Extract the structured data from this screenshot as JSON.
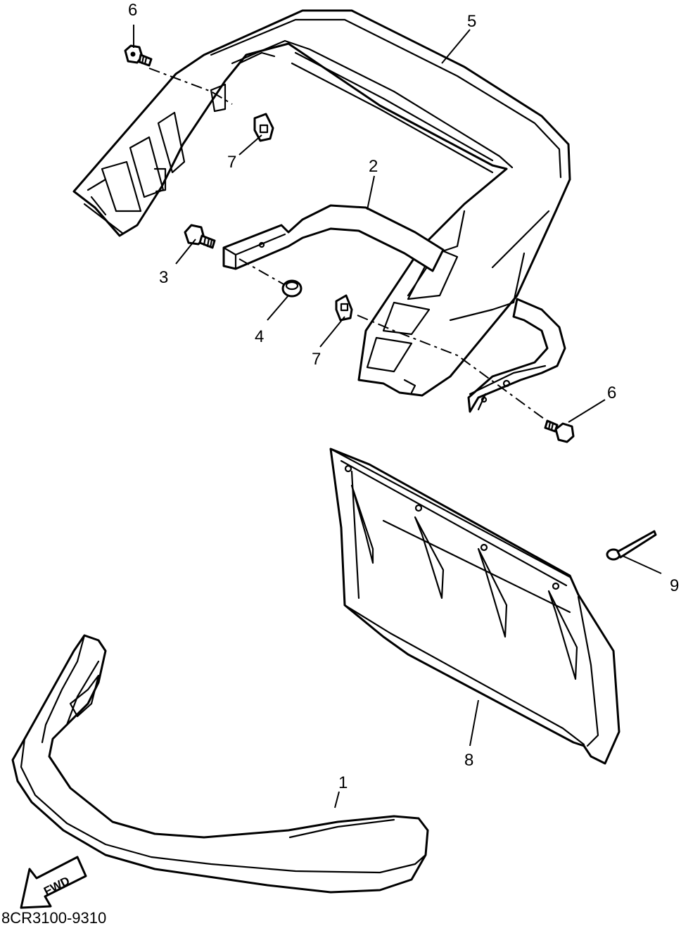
{
  "diagram": {
    "callouts": [
      "1",
      "2",
      "3",
      "4",
      "5",
      "6",
      "6",
      "7",
      "7",
      "8",
      "9"
    ],
    "fwd_label": "FWD",
    "drawing_code": "8CR3100-9310"
  }
}
